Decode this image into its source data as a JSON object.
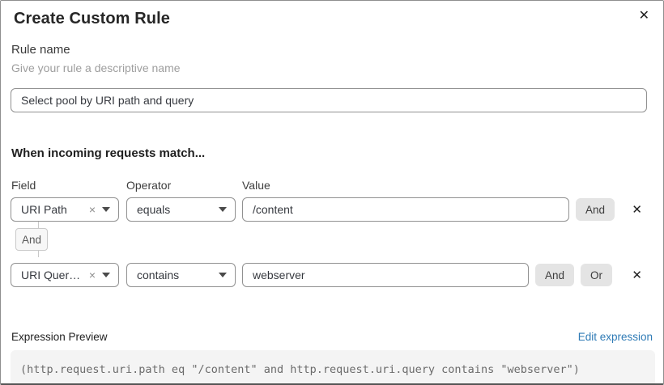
{
  "dialog": {
    "title": "Create Custom Rule"
  },
  "icons": {
    "close": "✕",
    "clear": "×",
    "remove": "✕"
  },
  "rule_name": {
    "label": "Rule name",
    "helper": "Give your rule a descriptive name",
    "value": "Select pool by URI path and query"
  },
  "match": {
    "heading": "When incoming requests match...",
    "column_labels": {
      "field": "Field",
      "operator": "Operator",
      "value": "Value"
    },
    "connector_label": "And",
    "rows": [
      {
        "field": "URI Path",
        "operator": "equals",
        "value": "/content",
        "buttons": [
          "And"
        ]
      },
      {
        "field": "URI Query St...",
        "operator": "contains",
        "value": "webserver",
        "buttons": [
          "And",
          "Or"
        ]
      }
    ]
  },
  "expression": {
    "label": "Expression Preview",
    "edit_link": "Edit expression",
    "code": "(http.request.uri.path eq \"/content\" and http.request.uri.query contains \"webserver\")"
  },
  "colors": {
    "link_blue": "#2f7bb6",
    "button_gray": "#e4e4e4",
    "border_gray": "#919191",
    "code_bg": "#f4f4f4"
  }
}
